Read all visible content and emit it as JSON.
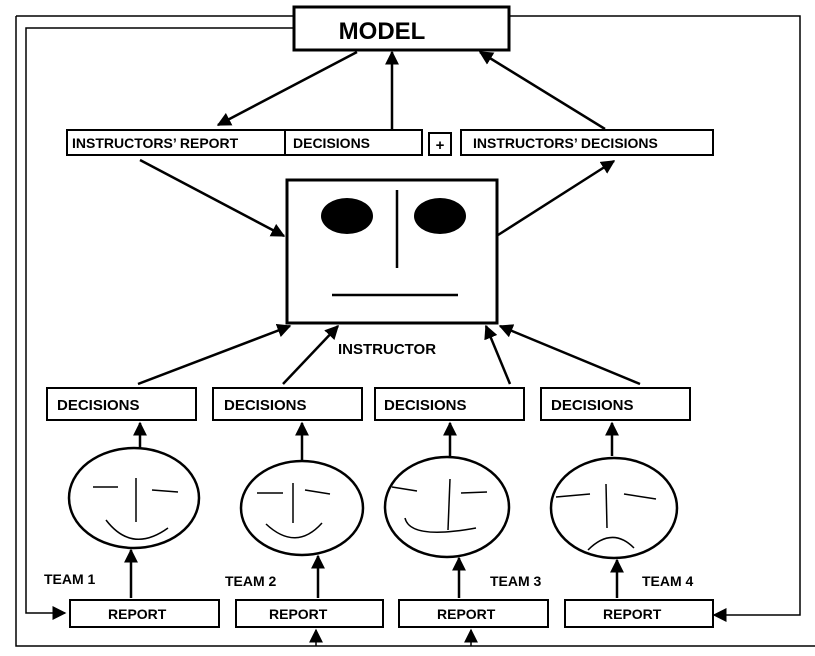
{
  "model": {
    "label": "MODEL"
  },
  "top_row": {
    "instructors_report": "INSTRUCTORS’ REPORT",
    "decisions": "DECISIONS",
    "plus": "+",
    "instructors_decisions": "INSTRUCTORS’ DECISIONS"
  },
  "instructor": {
    "label": "INSTRUCTOR"
  },
  "teams": [
    {
      "decisions": "DECISIONS",
      "team": "TEAM 1",
      "report": "REPORT",
      "mood": "smile"
    },
    {
      "decisions": "DECISIONS",
      "team": "TEAM 2",
      "report": "REPORT",
      "mood": "smile"
    },
    {
      "decisions": "DECISIONS",
      "team": "TEAM 3",
      "report": "REPORT",
      "mood": "smile"
    },
    {
      "decisions": "DECISIONS",
      "team": "TEAM 4",
      "report": "REPORT",
      "mood": "frown"
    }
  ]
}
